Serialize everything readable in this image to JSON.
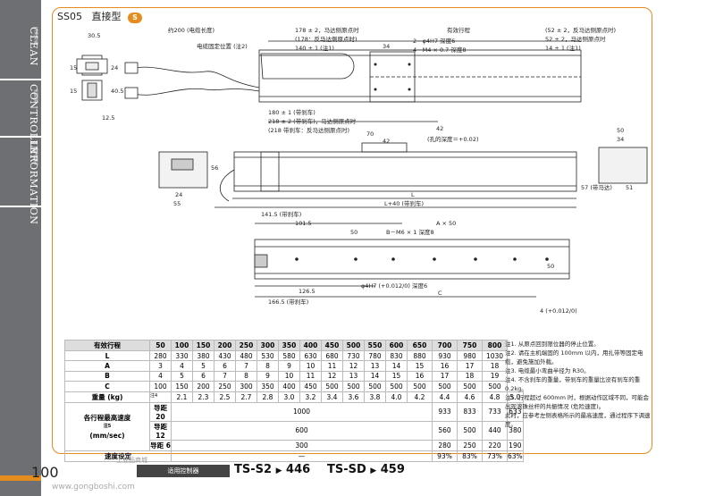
{
  "sidebar": {
    "tabs": [
      "CLEAN",
      "CONTROLLER",
      "INFORMATION"
    ],
    "small_labels": [
      "洁净规格",
      "控制器",
      "技术资料"
    ]
  },
  "header": {
    "model": "SS05",
    "type": "直接型",
    "badge": "S"
  },
  "top_view": {
    "dim_30_5": "30.5",
    "dim_15": "15",
    "dim_24": "24",
    "dim_15b": "15",
    "dim_40_5": "40.5",
    "dim_12_5": "12.5",
    "cable_len": "约200 (电缆长度)",
    "cable_fix": "电缆固定位置 (注2)",
    "d178": "178 ± 2，马达侧原点时",
    "d178b": "(178：反马达侧原点时)",
    "d140": "140 ± 1 (注1)",
    "d34": "34",
    "hole1": "2－φ4H7 深度6",
    "hole2": "4－M4 × 0.7 深度8",
    "stroke": "有效行程",
    "d52a": "(52 ± 2，反马达侧原点时)",
    "d52b": "52 ± 2，马达侧原点时",
    "d14": "14 ± 1 (注1)",
    "d180": "180 ± 1 (带刹车)",
    "d218": "218 ± 2 (带刹车)，马达侧原点时",
    "d218b": "(218 带刹车：反马达侧原点时)",
    "d70": "70",
    "d42": "42",
    "d42v": "42",
    "hole_v": "(孔的深度＝+0.02)",
    "dim_24b": "24",
    "dim_55": "55",
    "dim_56": "56",
    "dim_L": "L",
    "dim_L40": "L+40 (带刹车)",
    "dim_50": "50",
    "dim_34b": "34",
    "dim_57": "57 (带马达)",
    "dim_51": "51"
  },
  "bottom_view": {
    "d141": "141.5 (带刹车)",
    "d101": "101.5",
    "d50": "50",
    "axb": "A × 50",
    "m6": "B－M6 × 1 深度8",
    "h4": "φ4H7 (+0.012/0) 深度6",
    "d126": "126.5",
    "d166": "166.5 (带刹车)",
    "C": "C",
    "d50b": "50",
    "d4": "4 (+0.012/0)"
  },
  "spec_table": {
    "header": [
      "有效行程",
      "50",
      "100",
      "150",
      "200",
      "250",
      "300",
      "350",
      "400",
      "450",
      "500",
      "550",
      "600",
      "650",
      "700",
      "750",
      "800"
    ],
    "rows": [
      {
        "label": "L",
        "values": [
          "280",
          "330",
          "380",
          "430",
          "480",
          "530",
          "580",
          "630",
          "680",
          "730",
          "780",
          "830",
          "880",
          "930",
          "980",
          "1030"
        ]
      },
      {
        "label": "A",
        "values": [
          "3",
          "4",
          "5",
          "6",
          "7",
          "8",
          "9",
          "10",
          "11",
          "12",
          "13",
          "14",
          "15",
          "16",
          "17",
          "18"
        ]
      },
      {
        "label": "B",
        "values": [
          "4",
          "5",
          "6",
          "7",
          "8",
          "9",
          "10",
          "11",
          "12",
          "13",
          "14",
          "15",
          "16",
          "17",
          "18",
          "19"
        ]
      },
      {
        "label": "C",
        "values": [
          "100",
          "150",
          "200",
          "250",
          "300",
          "350",
          "400",
          "450",
          "500",
          "500",
          "500",
          "500",
          "500",
          "500",
          "500",
          "500"
        ]
      },
      {
        "label": "重量 (kg)",
        "sup": "注4",
        "values": [
          "2.1",
          "2.3",
          "2.5",
          "2.7",
          "2.8",
          "3.0",
          "3.2",
          "3.4",
          "3.6",
          "3.8",
          "4.0",
          "4.2",
          "4.4",
          "4.6",
          "4.8",
          "5.0"
        ]
      }
    ],
    "speed_label": "各行程最高速度",
    "speed_sup": "注5",
    "speed_unit": "(mm/sec)",
    "speed_rows": [
      {
        "label": "导距 20",
        "merged": "1000",
        "tail": [
          "933",
          "833",
          "733",
          "633"
        ]
      },
      {
        "label": "导距 12",
        "merged": "600",
        "tail": [
          "560",
          "500",
          "440",
          "380"
        ]
      },
      {
        "label": "导距 6",
        "merged": "300",
        "tail": [
          "280",
          "250",
          "220",
          "190"
        ]
      },
      {
        "label": "速度设定",
        "merged": "—",
        "tail": [
          "93%",
          "83%",
          "73%",
          "63%"
        ]
      }
    ]
  },
  "notes": [
    "注1. 从原点回到限位器的停止位置。",
    "注2. 请在主机端固的 100mm 以内，用扎带等固定电缆，避免施加外载。",
    "注3. 电缆最小弯曲半径为 R30。",
    "注4. 不含刹车的重量，带刹车的重量比没有刹车的重 0.2kg。",
    "注5. 行程超过 600mm 时，根据动作区域不同，可能会出现滚珠丝杆的共振情况 (危险速度)。",
    "此时，应参考左侧表格所示的最高速度，通过程序下调速度。"
  ],
  "footer": {
    "page_number": "100",
    "controller_label": "适用控制器",
    "model1": "TS-S2",
    "page1": "446",
    "model2": "TS-SD",
    "page2": "459",
    "watermark": "工业品商城",
    "watermark_url": "www.gongboshi.com"
  }
}
